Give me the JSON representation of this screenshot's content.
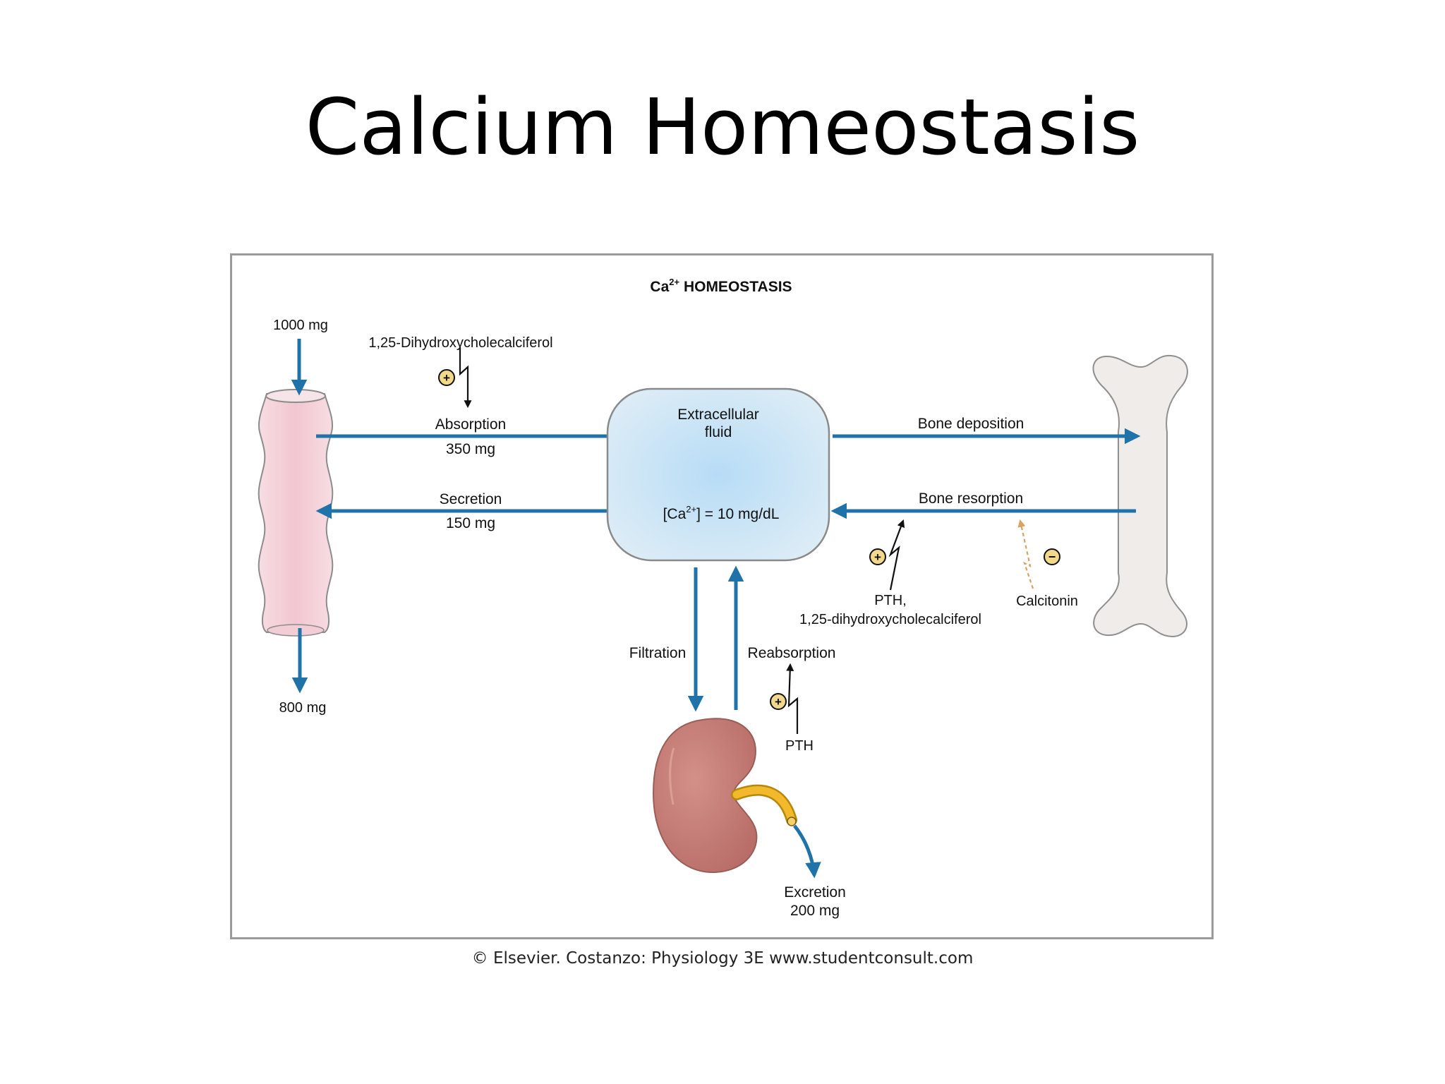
{
  "slide": {
    "title": "Calcium Homeostasis"
  },
  "figure": {
    "header_base": "Ca",
    "header_sup": "2+",
    "header_rest": " HOMEOSTASIS",
    "credit": "© Elsevier. Costanzo: Physiology 3E www.studentconsult.com"
  },
  "intestine": {
    "intake": "1000 mg",
    "output": "800 mg",
    "regulator": "1,25-Dihydroxycholecalciferol",
    "regulator_effect": "+"
  },
  "ecf": {
    "line1": "Extracellular",
    "line2": "fluid",
    "conc_pre": "[Ca",
    "conc_sup": "2+",
    "conc_post": "] = 10 mg/dL"
  },
  "gut_fluxes": {
    "absorption_label": "Absorption",
    "absorption_value": "350 mg",
    "secretion_label": "Secretion",
    "secretion_value": "150 mg"
  },
  "bone": {
    "deposition": "Bone deposition",
    "resorption": "Bone resorption",
    "pth_line1": "PTH,",
    "pth_line2": "1,25-dihydroxycholecalciferol",
    "pth_effect": "+",
    "calcitonin": "Calcitonin",
    "calcitonin_effect": "−"
  },
  "kidney": {
    "filtration": "Filtration",
    "reabsorption": "Reabsorption",
    "reabsorption_regulator": "PTH",
    "reabsorption_effect": "+",
    "excretion_label": "Excretion",
    "excretion_value": "200 mg"
  },
  "colors": {
    "flow_arrow": "#1f73a8",
    "ecf_center": "#bfe0f7",
    "ecf_edge": "#d6e8f3",
    "intestine": "#f4d0d8",
    "bone": "#efecea",
    "kidney": "#c77e78",
    "ureter": "#f2b92d",
    "calcitonin_arrow": "#d9a266",
    "regulator_circle": "#f1d88a"
  }
}
